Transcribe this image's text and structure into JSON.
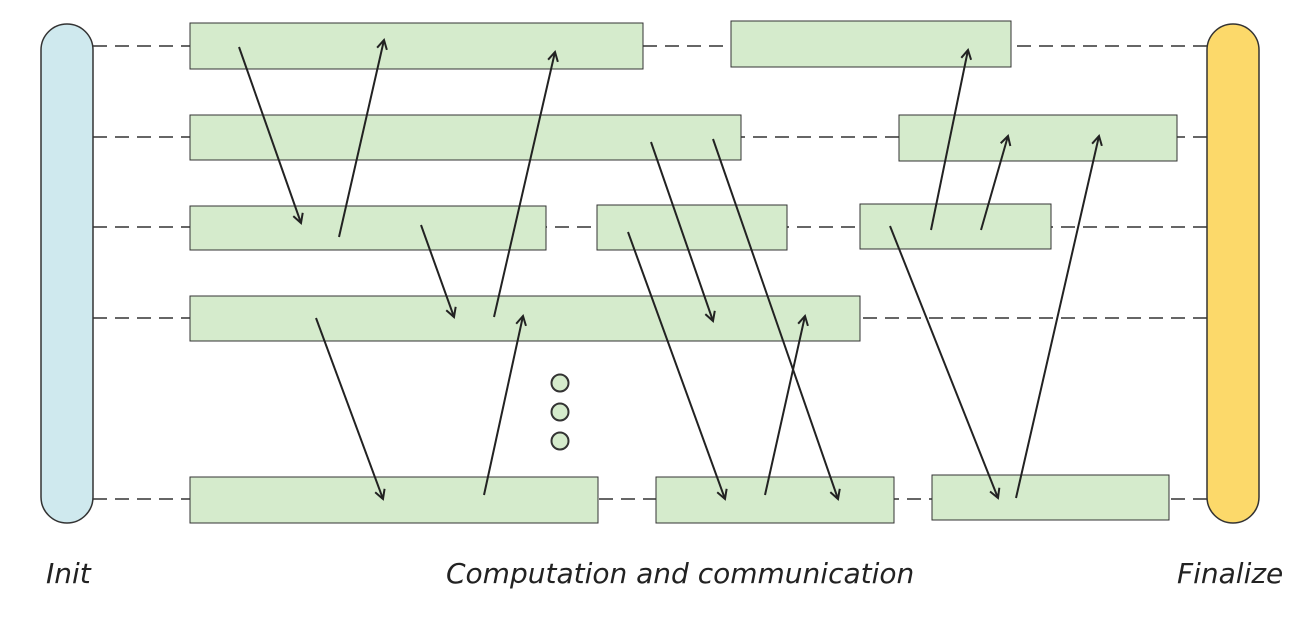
{
  "labels": {
    "init": "Init",
    "computation": "Computation and communication",
    "finalize": "Finalize"
  },
  "colors": {
    "init_fill": "#cfe9ee",
    "finalize_fill": "#fcd96a",
    "block_fill": "#d5ebcc",
    "stroke": "#333333",
    "dash": "#666666",
    "ellipsis_fill": "#d5ebcc"
  },
  "process_count": 5,
  "elided_rows_marker": "vertical-ellipsis"
}
